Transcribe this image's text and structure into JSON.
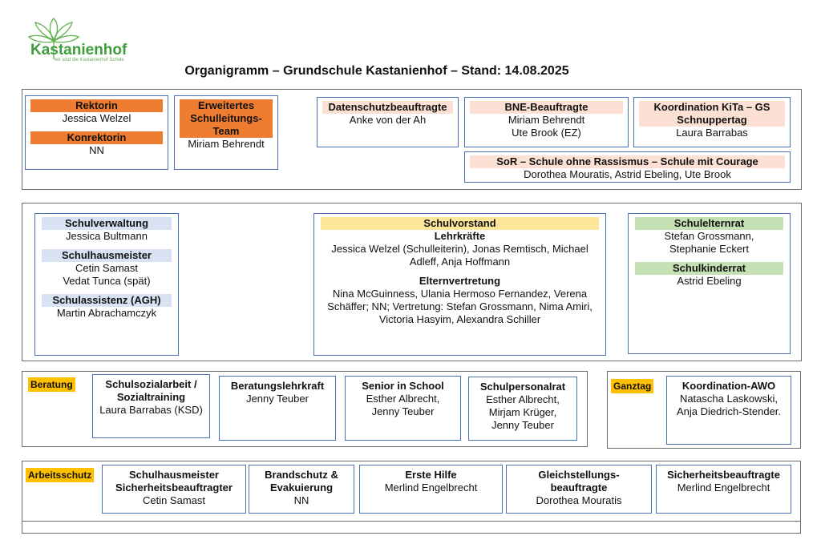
{
  "logo": {
    "name": "Kastanienhof",
    "tagline": "wir sind die Kastanienhof Schule"
  },
  "title": "Organigramm – Grundschule Kastanienhof – Stand: 14.08.2025",
  "row1": {
    "rektorin": {
      "label": "Rektorin",
      "value": "Jessica Welzel"
    },
    "konrektorin": {
      "label": "Konrektorin",
      "value": "NN"
    },
    "erweitertes": {
      "label": "Erweitertes Schulleitungs-Team",
      "value": "Miriam Behrendt"
    },
    "datenschutz": {
      "label": "Datenschutzbeauftragte",
      "value": "Anke von der Ah"
    },
    "bne": {
      "label": "BNE-Beauftragte",
      "values": [
        "Miriam Behrendt",
        "Ute Brook (EZ)"
      ]
    },
    "kita": {
      "label": "Koordination KiTa – GS Schnuppertag",
      "value": "Laura Barrabas"
    },
    "sor": {
      "label": "SoR – Schule ohne Rassismus – Schule mit Courage",
      "value": "Dorothea Mouratis, Astrid Ebeling, Ute Brook"
    }
  },
  "row2": {
    "schulverwaltung": {
      "label": "Schulverwaltung",
      "value": "Jessica Bultmann"
    },
    "hausmeister": {
      "label": "Schulhausmeister",
      "values": [
        "Cetin Samast",
        "Vedat Tunca (spät)"
      ]
    },
    "assistenz": {
      "label": "Schulassistenz (AGH)",
      "value": "Martin Abrachamczyk"
    },
    "vorstand": {
      "label": "Schulvorstand",
      "lehrkraefte_label": "Lehrkräfte",
      "lehrkraefte": "Jessica Welzel (Schulleiterin), Jonas Remtisch, Michael Adleff, Anja Hoffmann",
      "eltern_label": "Elternvertretung",
      "eltern": "Nina McGuinness, Ulania Hermoso Fernandez, Verena Schäffer; NN; Vertretung: Stefan Grossmann, Nima Amiri, Victoria Hasyim, Alexandra Schiller"
    },
    "elternrat": {
      "label": "Schulelternrat",
      "values": [
        "Stefan Grossmann,",
        "Stephanie Eckert"
      ]
    },
    "kinderrat": {
      "label": "Schulkinderrat",
      "value": "Astrid Ebeling"
    }
  },
  "row3": {
    "tag": "Beratung",
    "sozialarbeit": {
      "label": "Schulsozialarbeit / Sozialtraining",
      "value": "Laura Barrabas (KSD)"
    },
    "beratungslehrkraft": {
      "label": "Beratungslehrkraft",
      "value": "Jenny Teuber"
    },
    "senior": {
      "label": "Senior in School",
      "values": [
        "Esther Albrecht,",
        "Jenny Teuber"
      ]
    },
    "personalrat": {
      "label": "Schulpersonalrat",
      "values": [
        "Esther Albrecht,",
        "Mirjam Krüger,",
        "Jenny Teuber"
      ]
    },
    "ganztag_tag": "Ganztag",
    "awo": {
      "label": "Koordination-AWO",
      "value": "Natascha Laskowski, Anja Diedrich-Stender."
    }
  },
  "row4": {
    "tag": "Arbeitsschutz",
    "hausmeister_sb": {
      "label": "Schulhausmeister Sicherheitsbeauftragter",
      "value": "Cetin Samast"
    },
    "brandschutz": {
      "label": "Brandschutz & Evakuierung",
      "value": "NN"
    },
    "erstehilfe": {
      "label": "Erste Hilfe",
      "value": "Merlind Engelbrecht"
    },
    "gleichstellung": {
      "label": "Gleichstellungs-beauftragte",
      "value": "Dorothea Mouratis"
    },
    "sicherheit": {
      "label": "Sicherheitsbeauftragte",
      "value": "Merlind Engelbrecht"
    }
  },
  "colors": {
    "orange": "#ee7d31",
    "peach": "#fbe0d3",
    "blue_label": "#d9e2f3",
    "yellow_label": "#fde599",
    "green_label": "#c5e0b3",
    "tag": "#ffc000",
    "box_border": "#4a6fb5"
  }
}
